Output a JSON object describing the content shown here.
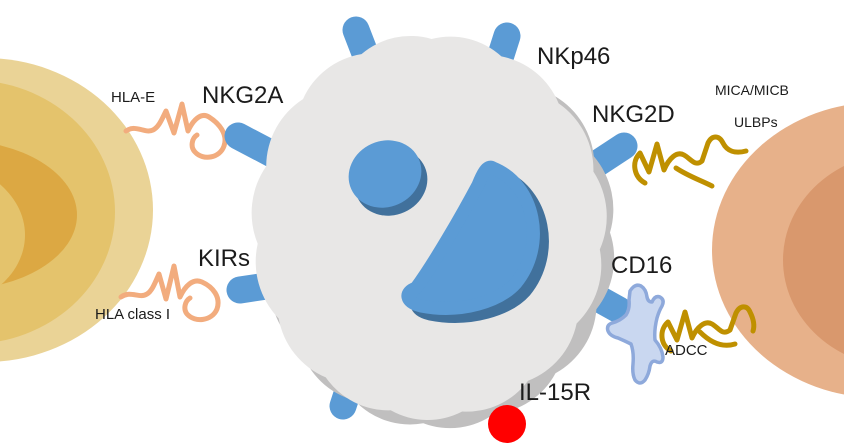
{
  "diagram_type": "NK-cell receptor–ligand schematic",
  "labels": {
    "nkp46": "NKp46",
    "nkg2a": "NKG2A",
    "nkg2d": "NKG2D",
    "kirs": "KIRs",
    "cd16": "CD16",
    "il15r": "IL-15R",
    "hla_e": "HLA-E",
    "hla_class_i": "HLA class I",
    "mica_micb": "MICA/MICB",
    "ulbps": "ULBPs",
    "adcc": "ADCC"
  },
  "colors": {
    "receptor_blue": "#5B9BD5",
    "nucleus_shadow_blue": "#41719C",
    "nk_body_gray": "#E8E7E6",
    "nk_shadow_gray": "#C0BFBF",
    "left_cell_outer": "#EAD396",
    "left_cell_mid": "#E4C36C",
    "left_cell_core": "#DCA843",
    "right_cell_outer": "#E7B18A",
    "right_cell_inner": "#D9986D",
    "inhibitory_ligand_salmon": "#F2AC7E",
    "activating_ligand_gold": "#BF9000",
    "antibody_fill": "#C9D7F0",
    "antibody_stroke": "#8EA9DB",
    "il15_red": "#FF0000",
    "label_text": "#1B1B1B"
  }
}
